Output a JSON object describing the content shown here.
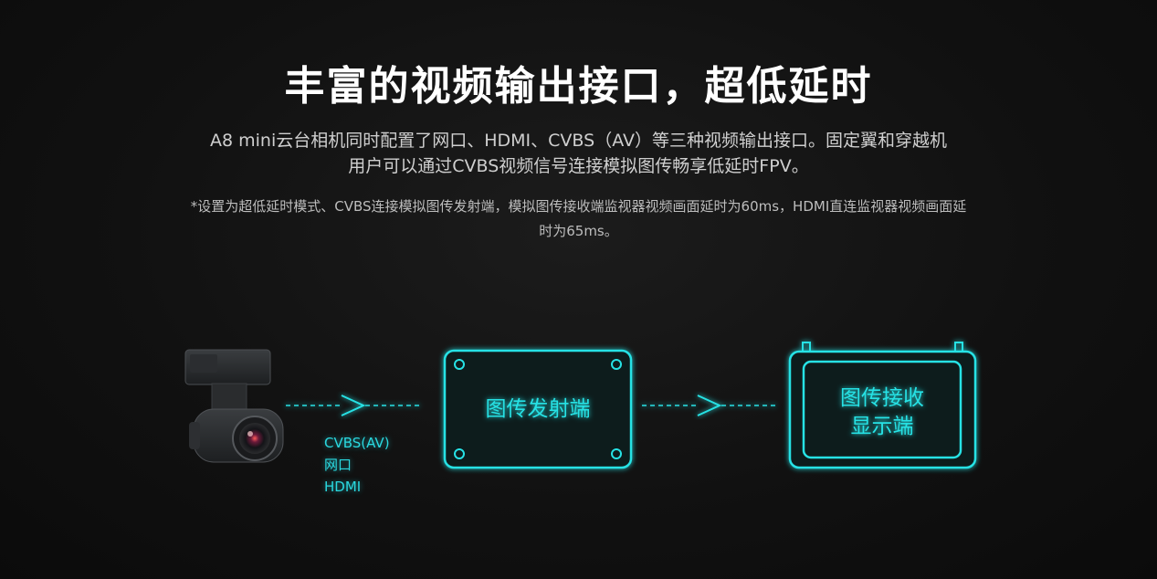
{
  "header": {
    "title": "丰富的视频输出接口，超低延时",
    "description_line1": "A8 mini云台相机同时配置了网口、HDMI、CVBS（AV）等三种视频输出接口。固定翼和穿越机",
    "description_line2": "用户可以通过CVBS视频信号连接模拟图传畅享低延时FPV。",
    "note_line1": "*设置为超低延时模式、CVBS连接模拟图传发射端，模拟图传接收端监视器视频画面延时为60ms，HDMI直连监视器视频画面延",
    "note_line2": "时为65ms。"
  },
  "diagram": {
    "interfaces": [
      "CVBS(AV)",
      "网口",
      "HDMI"
    ],
    "transmitter_label": "图传发射端",
    "receiver_label_line1": "图传接收",
    "receiver_label_line2": "显示端",
    "accent_color": "#27e2e5"
  }
}
